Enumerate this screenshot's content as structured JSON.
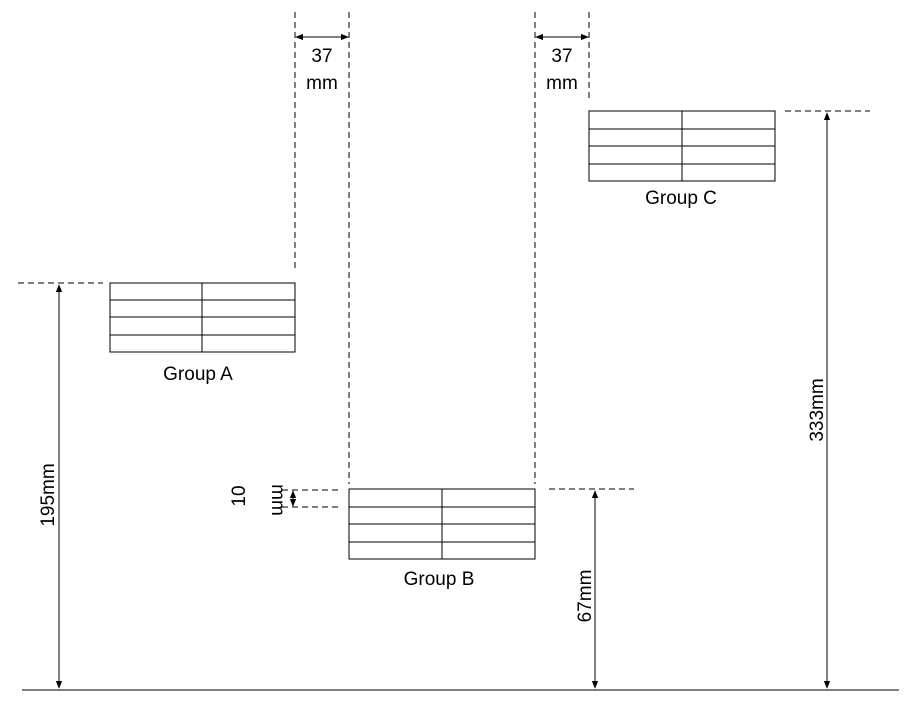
{
  "groups": {
    "a": {
      "label": "Group A"
    },
    "b": {
      "label": "Group B"
    },
    "c": {
      "label": "Group C"
    }
  },
  "dimensions": {
    "top_left_value": "37",
    "top_left_unit": "mm",
    "top_right_value": "37",
    "top_right_unit": "mm",
    "small_value": "10",
    "small_unit": "mm",
    "height_a": "195mm",
    "height_b": "67mm",
    "height_c": "333mm"
  },
  "colors": {
    "line": "#000000",
    "background": "#ffffff"
  }
}
